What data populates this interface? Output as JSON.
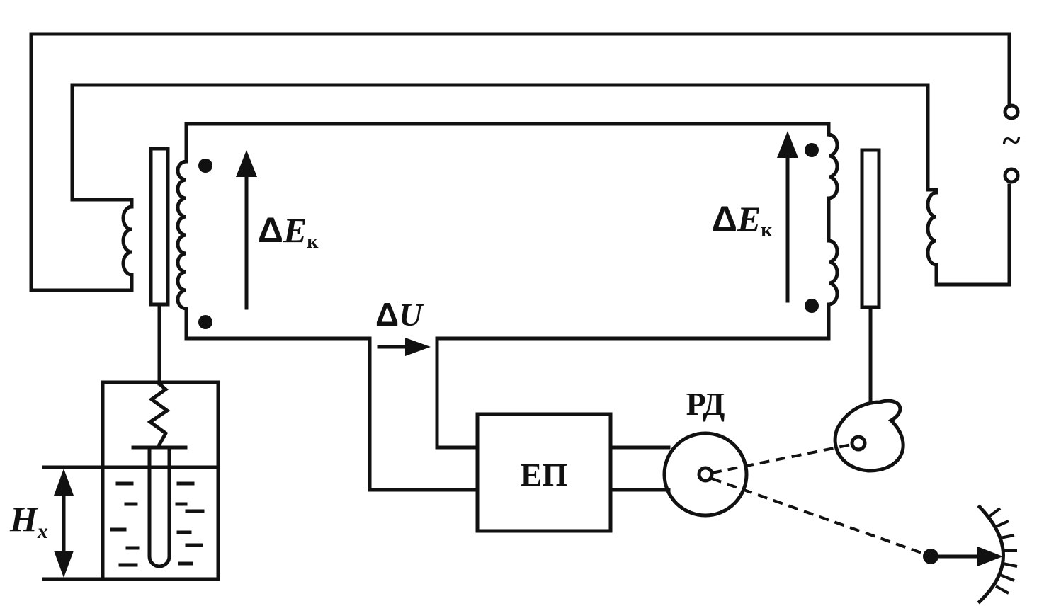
{
  "labels": {
    "delta": "Δ",
    "emf_left_main": "E",
    "emf_left_sub": "к",
    "emf_right_main": "E",
    "emf_right_sub": "к",
    "voltage_main": "U",
    "amplifier": "ЕП",
    "motor": "РД",
    "level_main": "H",
    "level_sub": "x",
    "ac_source": "~"
  }
}
